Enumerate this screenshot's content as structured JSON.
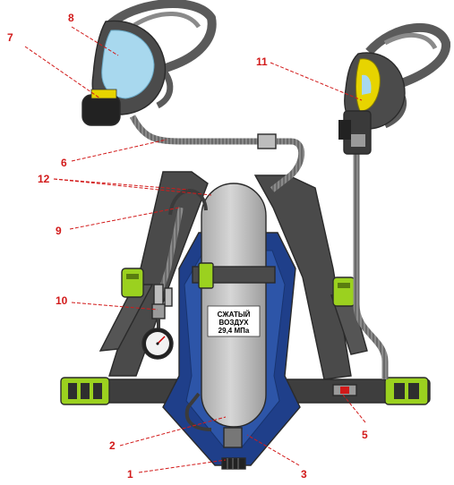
{
  "cylinder_label": {
    "line1": "СЖАТЫЙ",
    "line2": "ВОЗДУХ",
    "line3": "29,4 МПа"
  },
  "callouts": [
    {
      "id": "c1",
      "text": "1"
    },
    {
      "id": "c2",
      "text": "2"
    },
    {
      "id": "c3",
      "text": "3"
    },
    {
      "id": "c5",
      "text": "5"
    },
    {
      "id": "c6",
      "text": "6"
    },
    {
      "id": "c7",
      "text": "7"
    },
    {
      "id": "c8",
      "text": "8"
    },
    {
      "id": "c9",
      "text": "9"
    },
    {
      "id": "c10",
      "text": "10"
    },
    {
      "id": "c11",
      "text": "11"
    },
    {
      "id": "c12",
      "text": "12"
    }
  ],
  "colors": {
    "callout": "#d21a1a",
    "harness": "#4a4a4a",
    "backplate": "#1f3f8a",
    "cylinder": "#c9c9c9",
    "buckle": "#9bd11f",
    "visor": "#a8d8ee"
  }
}
